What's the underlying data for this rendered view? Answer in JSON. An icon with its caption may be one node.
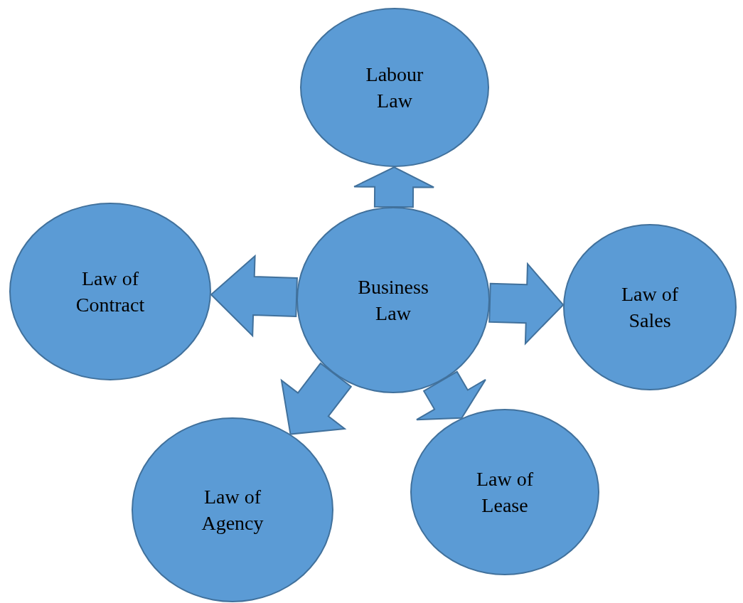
{
  "diagram": {
    "nodes": [
      {
        "text": [
          "Business Law"
        ]
      },
      {
        "text": [
          "Labour Law"
        ]
      },
      {
        "text": [
          "Law of Contract"
        ]
      },
      {
        "text": [
          "Law of Sales"
        ]
      },
      {
        "text": [
          "Law of Agency"
        ]
      },
      {
        "text": [
          "Law of Lease"
        ]
      }
    ],
    "edges": [
      {
        "from": 0,
        "to": 1,
        "arrow": "to"
      },
      {
        "from": 0,
        "to": 2,
        "arrow": "to"
      },
      {
        "from": 0,
        "to": 3,
        "arrow": "to"
      },
      {
        "from": 0,
        "to": 4,
        "arrow": "to"
      },
      {
        "from": 0,
        "to": 5,
        "arrow": "to"
      }
    ]
  }
}
